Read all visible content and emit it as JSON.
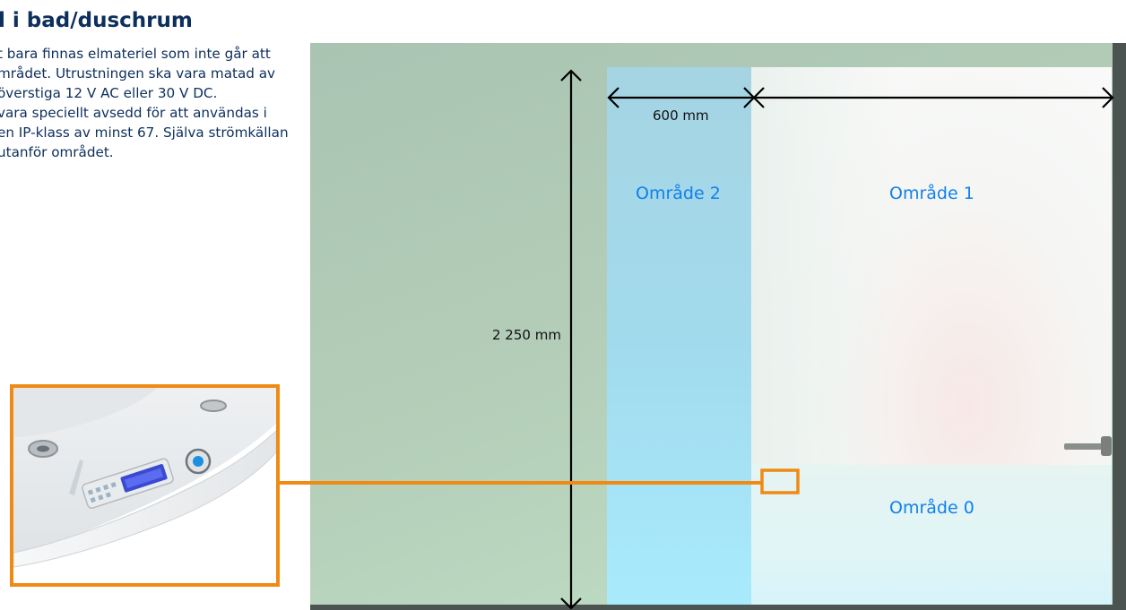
{
  "heading": "l i bad/duschrum",
  "body_lines": [
    "t bara finnas elmateriel som inte går att",
    "mrådet. Utrustningen ska vara matad av",
    "överstiga 12 V AC eller 30 V DC.",
    " vara speciellt avsedd för att användas i",
    "en IP-klass av minst 67. Själva strömkällan",
    " utanför området."
  ],
  "diagram": {
    "zone_labels": {
      "zone2": "Område 2",
      "zone1": "Område 1",
      "zone0": "Område 0"
    },
    "dimensions": {
      "width_zone2": "600 mm",
      "height": "2 250 mm"
    }
  },
  "colors": {
    "heading": "#0d2f5c",
    "zone_label": "#1180ec",
    "highlight": "#f08a12",
    "wall": "#4b5451"
  },
  "icons": [
    "bathtub-control-panel-photo",
    "faucet-icon"
  ]
}
